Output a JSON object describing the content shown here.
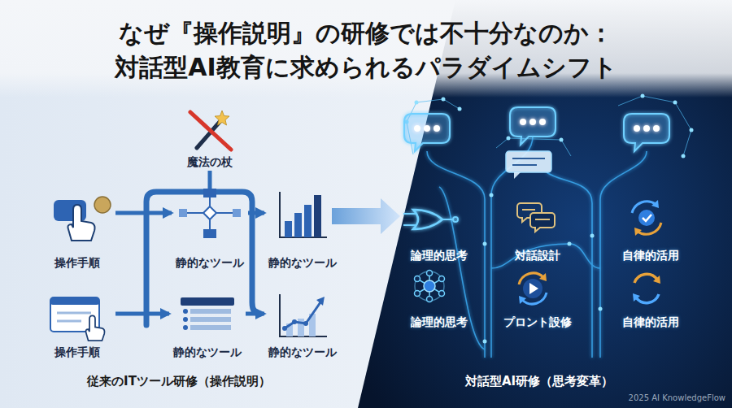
{
  "diagram": {
    "title": "なぜ『操作説明』の研修では不十分なのか： 対話型AI教育に求められるパラダイムシフト",
    "nodes": [
      {
        "text": [
          "魔法の杖"
        ]
      },
      {
        "text": [
          "操作手順"
        ]
      },
      {
        "text": [
          "静的なツール"
        ]
      },
      {
        "text": [
          "静的なツール"
        ]
      },
      {
        "text": [
          "操作手順"
        ]
      },
      {
        "text": [
          "静的なツール"
        ]
      },
      {
        "text": [
          "静的なツール"
        ]
      },
      {
        "text": [
          "論理的思考"
        ]
      },
      {
        "text": [
          "対話設計"
        ]
      },
      {
        "text": [
          "自律的活用"
        ]
      },
      {
        "text": [
          "論理的思考"
        ]
      },
      {
        "text": [
          "プロント設修"
        ]
      },
      {
        "text": [
          "自律的活用"
        ]
      }
    ],
    "edges": [
      {
        "from": 1,
        "to": 2,
        "arrow": "to"
      },
      {
        "from": 2,
        "to": 3,
        "arrow": "to"
      },
      {
        "from": 4,
        "to": 5,
        "arrow": "to"
      },
      {
        "from": 5,
        "to": 6,
        "arrow": "to"
      },
      {
        "from": 7,
        "to": 8,
        "arrow": "to"
      },
      {
        "from": 8,
        "to": 9,
        "arrow": "to"
      },
      {
        "from": 10,
        "to": 11,
        "arrow": "to"
      },
      {
        "from": 11,
        "to": 12,
        "arrow": "to"
      }
    ],
    "labels": [
      "従来のITツール研修（操作説明）",
      "対話型AI研修（思考変革）",
      "2025 AI KnowledgeFlow"
    ]
  }
}
